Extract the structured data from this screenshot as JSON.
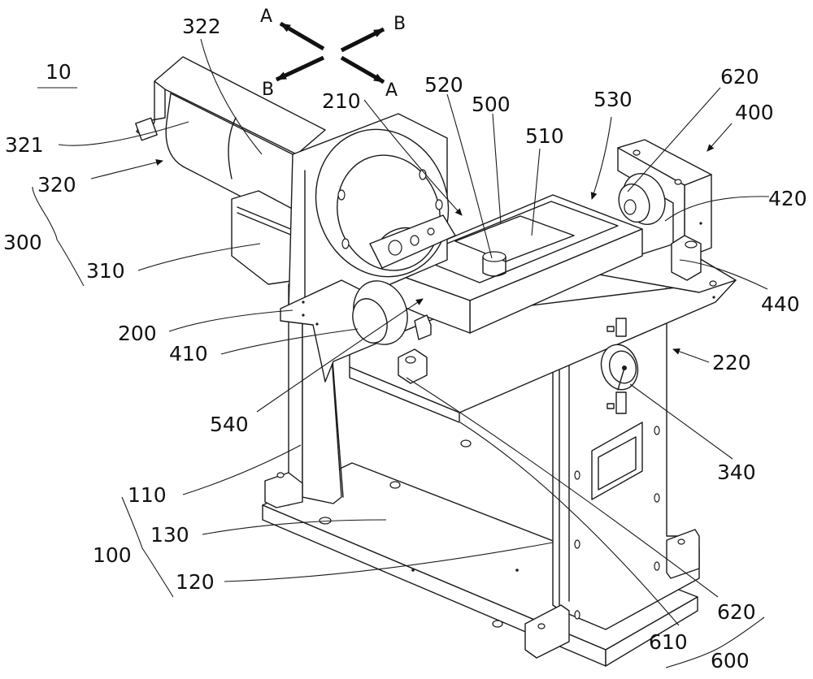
{
  "figure": {
    "title_ref": "10",
    "directions": {
      "a_upper_left": "A",
      "b_upper_right": "B",
      "b_lower_left": "B",
      "a_lower_right": "A"
    },
    "labels": {
      "l322": "322",
      "l321": "321",
      "l320": "320",
      "l300": "300",
      "l310": "310",
      "l210": "210",
      "l520": "520",
      "l500": "500",
      "l510": "510",
      "l530": "530",
      "l620_top": "620",
      "l400": "400",
      "l420": "420",
      "l440": "440",
      "l200": "200",
      "l410": "410",
      "l220": "220",
      "l540": "540",
      "l340": "340",
      "l110": "110",
      "l130": "130",
      "l100": "100",
      "l120": "120",
      "l620_bottom": "620",
      "l610": "610",
      "l600": "600"
    }
  }
}
